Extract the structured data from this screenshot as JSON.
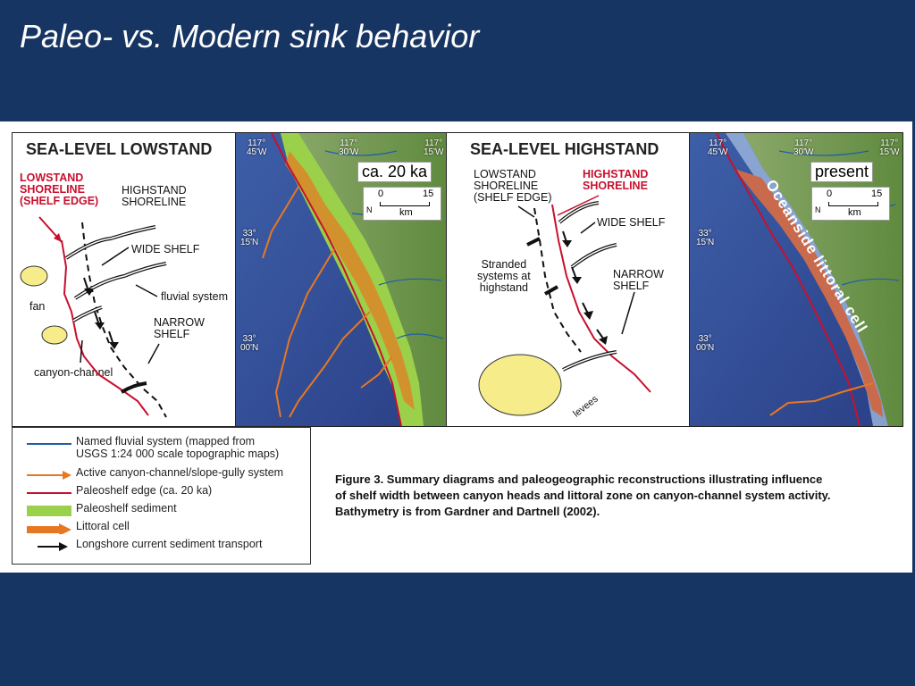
{
  "slide_title": "Paleo- vs. Modern sink behavior",
  "lowstand_diagram": {
    "title": "SEA-LEVEL LOWSTAND",
    "lowstand_shoreline": [
      "LOWSTAND",
      "SHORELINE",
      "(SHELF EDGE)"
    ],
    "highstand_shoreline": [
      "HIGHSTAND",
      "SHORELINE"
    ],
    "wide_shelf": "WIDE SHELF",
    "fluvial_system": "fluvial system",
    "fan": "fan",
    "narrow_shelf": [
      "NARROW",
      "SHELF"
    ],
    "canyon_channel": "canyon-channel"
  },
  "lowstand_map": {
    "age": "ca. 20 ka",
    "scale_min": "0",
    "scale_max": "15",
    "scale_unit": "km",
    "north": "N",
    "lon_labels": [
      [
        "117°",
        "45'W"
      ],
      [
        "117°",
        "30'W"
      ],
      [
        "117°",
        "15'W"
      ]
    ],
    "lat_labels": [
      [
        "33°",
        "15'N"
      ],
      [
        "33°",
        "00'N"
      ]
    ]
  },
  "highstand_diagram": {
    "title": "SEA-LEVEL HIGHSTAND",
    "lowstand_shoreline": [
      "LOWSTAND",
      "SHORELINE",
      "(SHELF EDGE)"
    ],
    "highstand_shoreline": [
      "HIGHSTAND",
      "SHORELINE"
    ],
    "wide_shelf": "WIDE SHELF",
    "stranded": [
      "Stranded",
      "systems at",
      "highstand"
    ],
    "narrow_shelf": [
      "NARROW",
      "SHELF"
    ],
    "levees": "levees"
  },
  "present_map": {
    "age": "present",
    "scale_min": "0",
    "scale_max": "15",
    "scale_unit": "km",
    "north": "N",
    "littoral_cell_label": "Oceanside littoral cell",
    "lon_labels": [
      [
        "117°",
        "45'W"
      ],
      [
        "117°",
        "30'W"
      ],
      [
        "117°",
        "15'W"
      ]
    ],
    "lat_labels": [
      [
        "33°",
        "15'N"
      ],
      [
        "33°",
        "00'N"
      ]
    ]
  },
  "legend": [
    {
      "symbol": "blue-line",
      "text": [
        "Named fluvial system (mapped from",
        "USGS 1:24 000 scale topographic maps)"
      ]
    },
    {
      "symbol": "orange-arrow",
      "text": [
        "Active canyon-channel/slope-gully system"
      ]
    },
    {
      "symbol": "pink-line",
      "text": [
        "Paleoshelf edge (ca. 20 ka)"
      ]
    },
    {
      "symbol": "green-fill",
      "text": [
        "Paleoshelf sediment"
      ]
    },
    {
      "symbol": "orange-fat-arrow",
      "text": [
        "Littoral cell"
      ]
    },
    {
      "symbol": "black-arrow",
      "text": [
        "Longshore current sediment transport"
      ]
    }
  ],
  "caption": [
    "Figure 3. Summary diagrams and paleogeographic reconstructions illustrating influence",
    "of shelf width between canyon heads and littoral zone on canyon-channel system activity.",
    "Bathymetry is from Gardner and Dartnell (2002)."
  ],
  "colors": {
    "slide_background": "#173563",
    "shoreline_red": "#c8102e",
    "canyon_orange": "#e87722",
    "paleoshelf_green": "#9bd14a",
    "fluvial_blue": "#1f5ea8",
    "littoral_cell": "#c96a4c"
  }
}
